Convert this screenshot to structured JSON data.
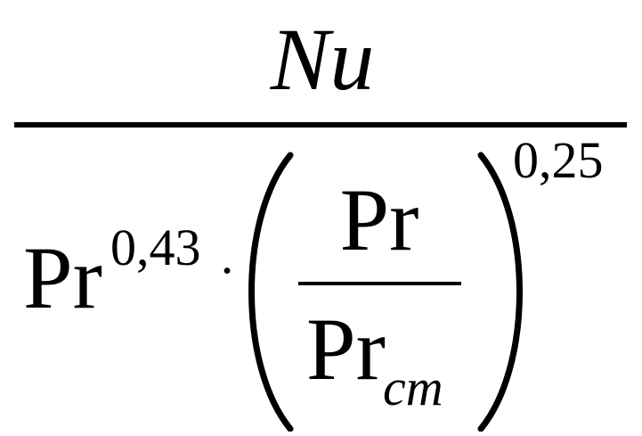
{
  "formula": {
    "numerator": "Nu",
    "denominator": {
      "base": "Pr",
      "base_exponent": "0,43",
      "multiply_dot": "·",
      "inner_fraction": {
        "numerator": "Pr",
        "denominator_base": "Pr",
        "denominator_subscript": "cm"
      },
      "paren_exponent": "0,25"
    }
  },
  "colors": {
    "ink": "#000000",
    "background": "#ffffff"
  }
}
